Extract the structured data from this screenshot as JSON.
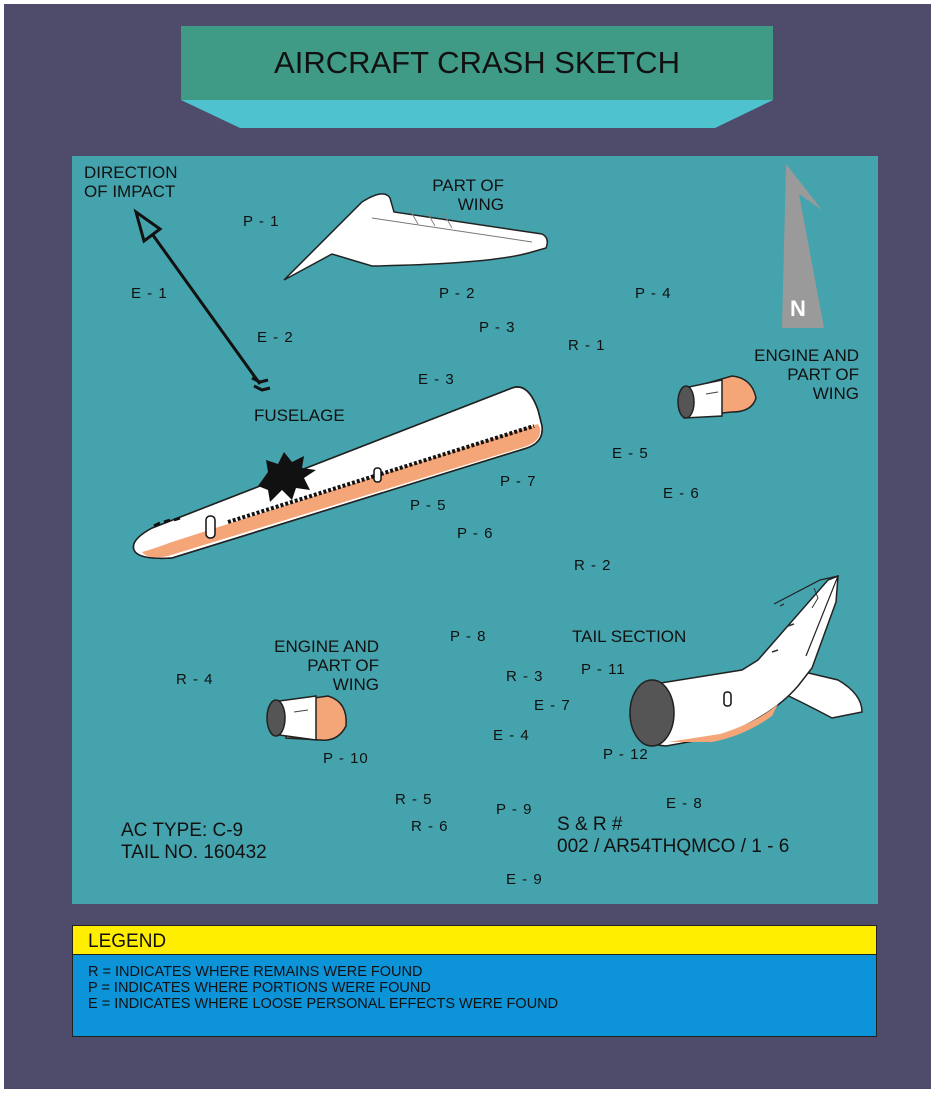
{
  "title": "AIRCRAFT CRASH SKETCH",
  "captions": {
    "direction_of_impact": [
      "DIRECTION",
      "OF IMPACT"
    ],
    "part_of_wing": [
      "PART OF",
      "WING"
    ],
    "engine_wing_east": [
      "ENGINE AND",
      "PART OF",
      "WING"
    ],
    "engine_wing_west": [
      "ENGINE AND",
      "PART OF",
      "WING"
    ],
    "fuselage": "FUSELAGE",
    "tail_section": "TAIL SECTION"
  },
  "north_label": "N",
  "markers": {
    "p1": "P - 1",
    "p2": "P - 2",
    "p3": "P - 3",
    "p4": "P - 4",
    "p5": "P - 5",
    "p6": "P - 6",
    "p7": "P - 7",
    "p8": "P - 8",
    "p9": "P - 9",
    "p10": "P - 10",
    "p11": "P - 11",
    "p12": "P - 12",
    "e1": "E - 1",
    "e2": "E - 2",
    "e3": "E - 3",
    "e4": "E - 4",
    "e5": "E - 5",
    "e6": "E - 6",
    "e7": "E - 7",
    "e8": "E - 8",
    "e9": "E - 9",
    "r1": "R - 1",
    "r2": "R - 2",
    "r3": "R - 3",
    "r4": "R - 4",
    "r5": "R - 5",
    "r6": "R - 6"
  },
  "aircraft_info": {
    "ac_type": "AC TYPE:  C-9",
    "tail_no": "TAIL NO.  160432"
  },
  "case_info": {
    "sr_label": "S & R #",
    "sr_number": "002 / AR54THQMCO / 1 - 6"
  },
  "legend": {
    "title": "LEGEND",
    "items": [
      "R = INDICATES WHERE REMAINS WERE FOUND",
      "P = INDICATES WHERE PORTIONS WERE FOUND",
      "E = INDICATES WHERE LOOSE PERSONAL EFFECTS WERE FOUND"
    ]
  },
  "colors": {
    "frame": "#4f4b6b",
    "map_background": "#45a3ad",
    "title_banner": "#3f9a86",
    "legend_header": "#ffee00",
    "legend_body": "#0d93d8",
    "aircraft_underside": "#f4a679"
  }
}
